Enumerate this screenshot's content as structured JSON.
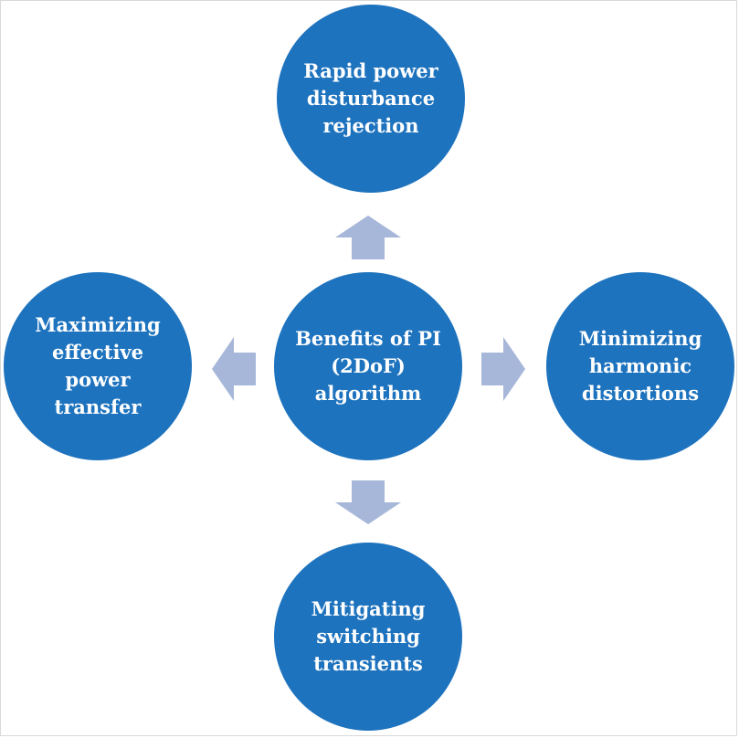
{
  "diagram": {
    "colors": {
      "node_fill": "#1e73be",
      "arrow_fill": "#a7b7d9",
      "text": "#ffffff"
    },
    "center": {
      "label": "Benefits of PI (2DoF) algorithm"
    },
    "top": {
      "label": "Rapid power disturbance rejection"
    },
    "right": {
      "label": "Minimizing harmonic distortions"
    },
    "bottom": {
      "label": "Mitigating switching transients"
    },
    "left": {
      "label": "Maximizing effective power transfer"
    }
  }
}
